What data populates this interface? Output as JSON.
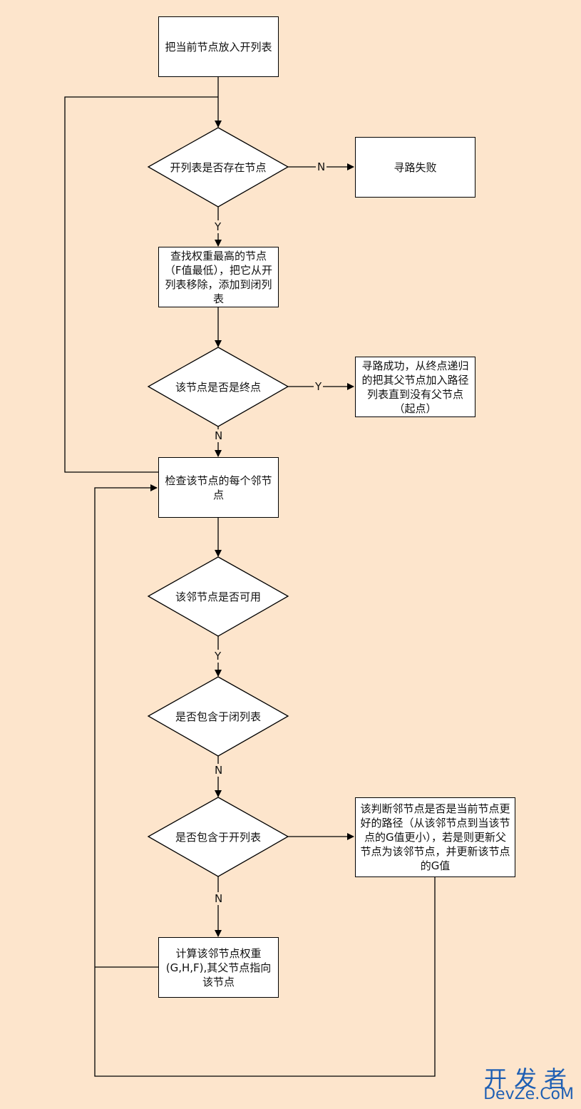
{
  "nodes": {
    "start": "把当前节点放入开列表",
    "open_empty_check": "开列表是否存在节点",
    "fail": "寻路失败",
    "find_best": "查找权重最高的节点（F值最低），把它从开列表移除，添加到闭列表",
    "is_goal": "该节点是否是终点",
    "success": "寻路成功，从终点递归的把其父节点加入路径列表直到没有父节点（起点）",
    "check_neighbors": "检查该节点的每个邻节点",
    "neighbor_usable": "该邻节点是否可用",
    "in_closed": "是否包含于闭列表",
    "in_open": "是否包含于开列表",
    "update_path": "该判断邻节点是否是当前节点更好的路径（从该邻节点到当该节点的G值更小），若是则更新父节点为该邻节点，并更新该节点的G值",
    "compute_weight": "计算该邻节点权重(G,H,F),其父节点指向该节点"
  },
  "edge_labels": {
    "open_no": "N",
    "open_yes": "Y",
    "goal_yes": "Y",
    "goal_no": "N",
    "usable_yes": "Y",
    "closed_no": "N",
    "open2_no": "N"
  },
  "watermark": {
    "line1": "开发者",
    "line2": "DevZe.CoM"
  },
  "colors": {
    "background": "#fde5cc",
    "node_fill": "#ffffff",
    "stroke": "#000000",
    "watermark": "#1f5fb3"
  }
}
